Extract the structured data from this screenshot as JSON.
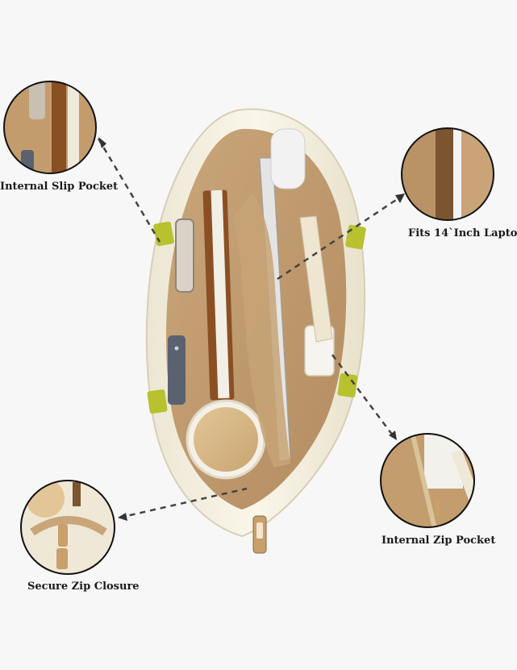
{
  "labels": {
    "slip_pocket": "Internal Slip Pocket",
    "laptop": "Fits 14`Inch Lapto",
    "zip_pocket": "Internal Zip Pocket",
    "secure_zip": "Secure Zip Closure"
  },
  "colors": {
    "background": "#f7f7f7",
    "bag_shell": "#f3eedf",
    "lining": "#c9a67a",
    "lining_dark": "#a9835a",
    "accent_green": "#b8c12e",
    "zipper_gold": "#c7a06a",
    "dash": "#444444"
  }
}
